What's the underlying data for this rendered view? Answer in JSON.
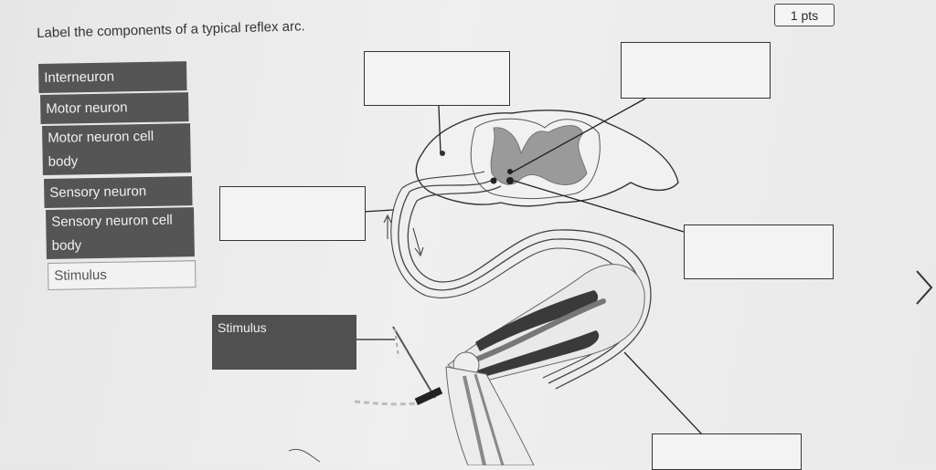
{
  "points": "1 pts",
  "question": "Label the components of a typical reflex arc.",
  "bank": [
    {
      "label": "Interneuron"
    },
    {
      "label": "Motor neuron"
    },
    {
      "label": "Motor neuron cell body"
    },
    {
      "label": "Sensory neuron"
    },
    {
      "label": "Sensory neuron cell body"
    },
    {
      "label": "Stimulus"
    }
  ],
  "placed": {
    "stimulus_label": "Stimulus"
  },
  "icons": {
    "next": "chevron-right-icon"
  }
}
